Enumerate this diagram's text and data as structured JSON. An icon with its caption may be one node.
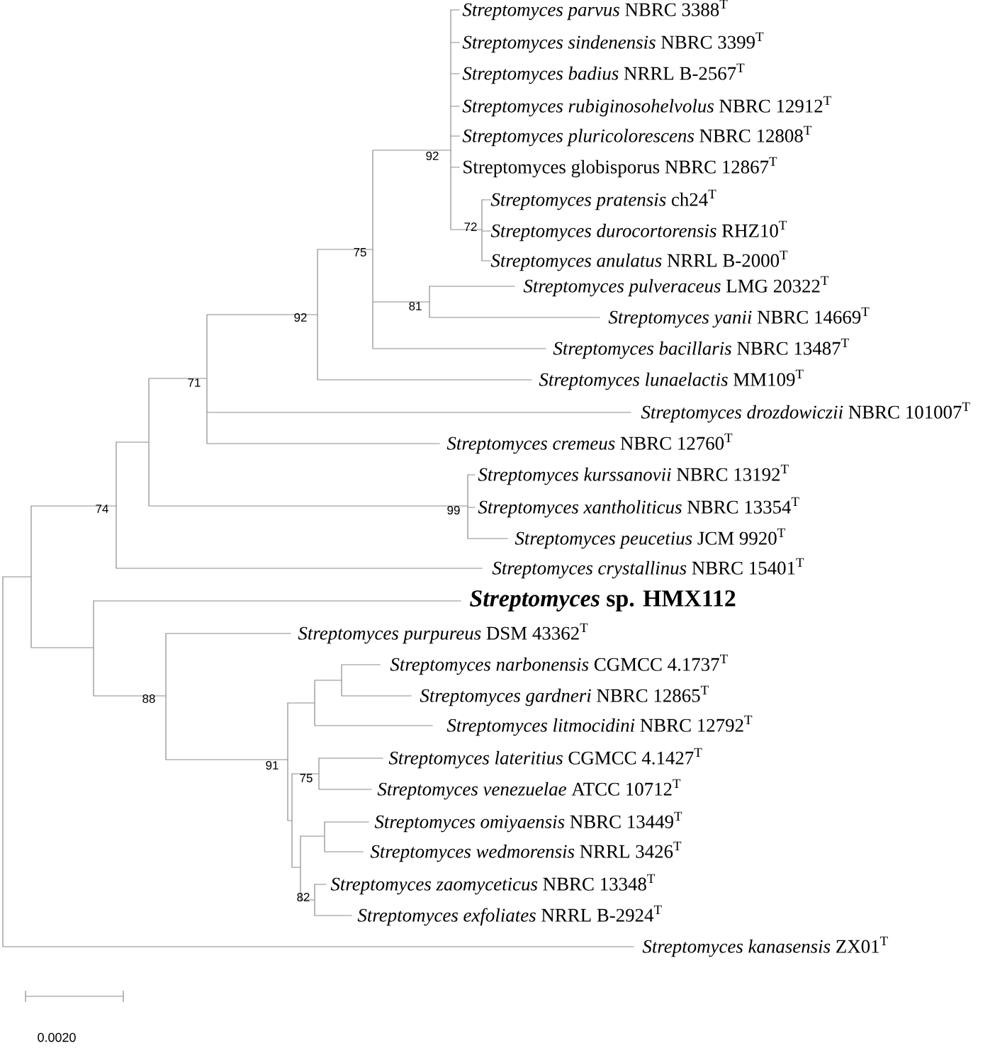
{
  "diagram": {
    "labels": [
      "*Streptomyces parvus* NBRC 3388$^{T}$",
      "*Streptomyces sindenensis* NBRC 3399$^{T}$",
      "*Streptomyces badius* NRRL B-2567$^{T}$",
      "*Streptomyces rubiginosohelvolus* NBRC 12912$^{T}$",
      "*Streptomyces pluricolorescens* NBRC 12808$^{T}$",
      "92",
      "Streptomyces globisporus NBRC 12867$^{T}$",
      "*Streptomyces pratensis* ch24$^{T}$",
      "72",
      "*Streptomyces durocortorensis* RHZ10$^{T}$",
      "75",
      "*Streptomyces anulatus* NRRL B-2000$^{T}$",
      "*Streptomyces pulveraceus* LMG 20322$^{T}$",
      "81",
      "*Streptomyces yanii* NBRC 14669$^{T}$",
      "92",
      "*Streptomyces bacillaris* NBRC 13487$^{T}$",
      "*Streptomyces lunaelactis* MM109$^{T}$",
      "71",
      "*Streptomyces drozdowiczii* NBRC 101007$^{T}$",
      "*Streptomyces cremeus* NBRC 12760$^{T}$",
      "*Streptomyces kurssanovii* NBRC 13192$^{T}$",
      "74",
      "99",
      "*Streptomyces xantholiticus* NBRC 13354$^{T}$",
      "*Streptomyces peucetius* JCM 9920$^{T}$",
      "*Streptomyces crystallinus* NBRC 15401$^{T}$",
      "*Streptomyces* sp. HMX112",
      "*Streptomyces purpureus* DSM 43362$^{T}$",
      "*Streptomyces narbonensis* CGMCC 4.1737$^{T}$",
      "*Streptomyces gardneri* NBRC 12865$^{T}$",
      "88",
      "*Streptomyces litmocidini* NBRC 12792$^{T}$",
      "*Streptomyces lateritius* CGMCC 4.1427$^{T}$",
      "91",
      "75",
      "*Streptomyces venezuelae* ATCC 10712$^{T}$",
      "*Streptomyces omiyaensis* NBRC 13449$^{T}$",
      "*Streptomyces wedmorensis* NRRL 3426$^{T}$",
      "82",
      "*Streptomyces zaomyceticus* NBRC 13348$^{T}$",
      "*Streptomyces exfoliates* NRRL B-2924$^{T}$",
      "*Streptomyces kanasensis* ZX01$^{T}$",
      "0.0020"
    ]
  }
}
